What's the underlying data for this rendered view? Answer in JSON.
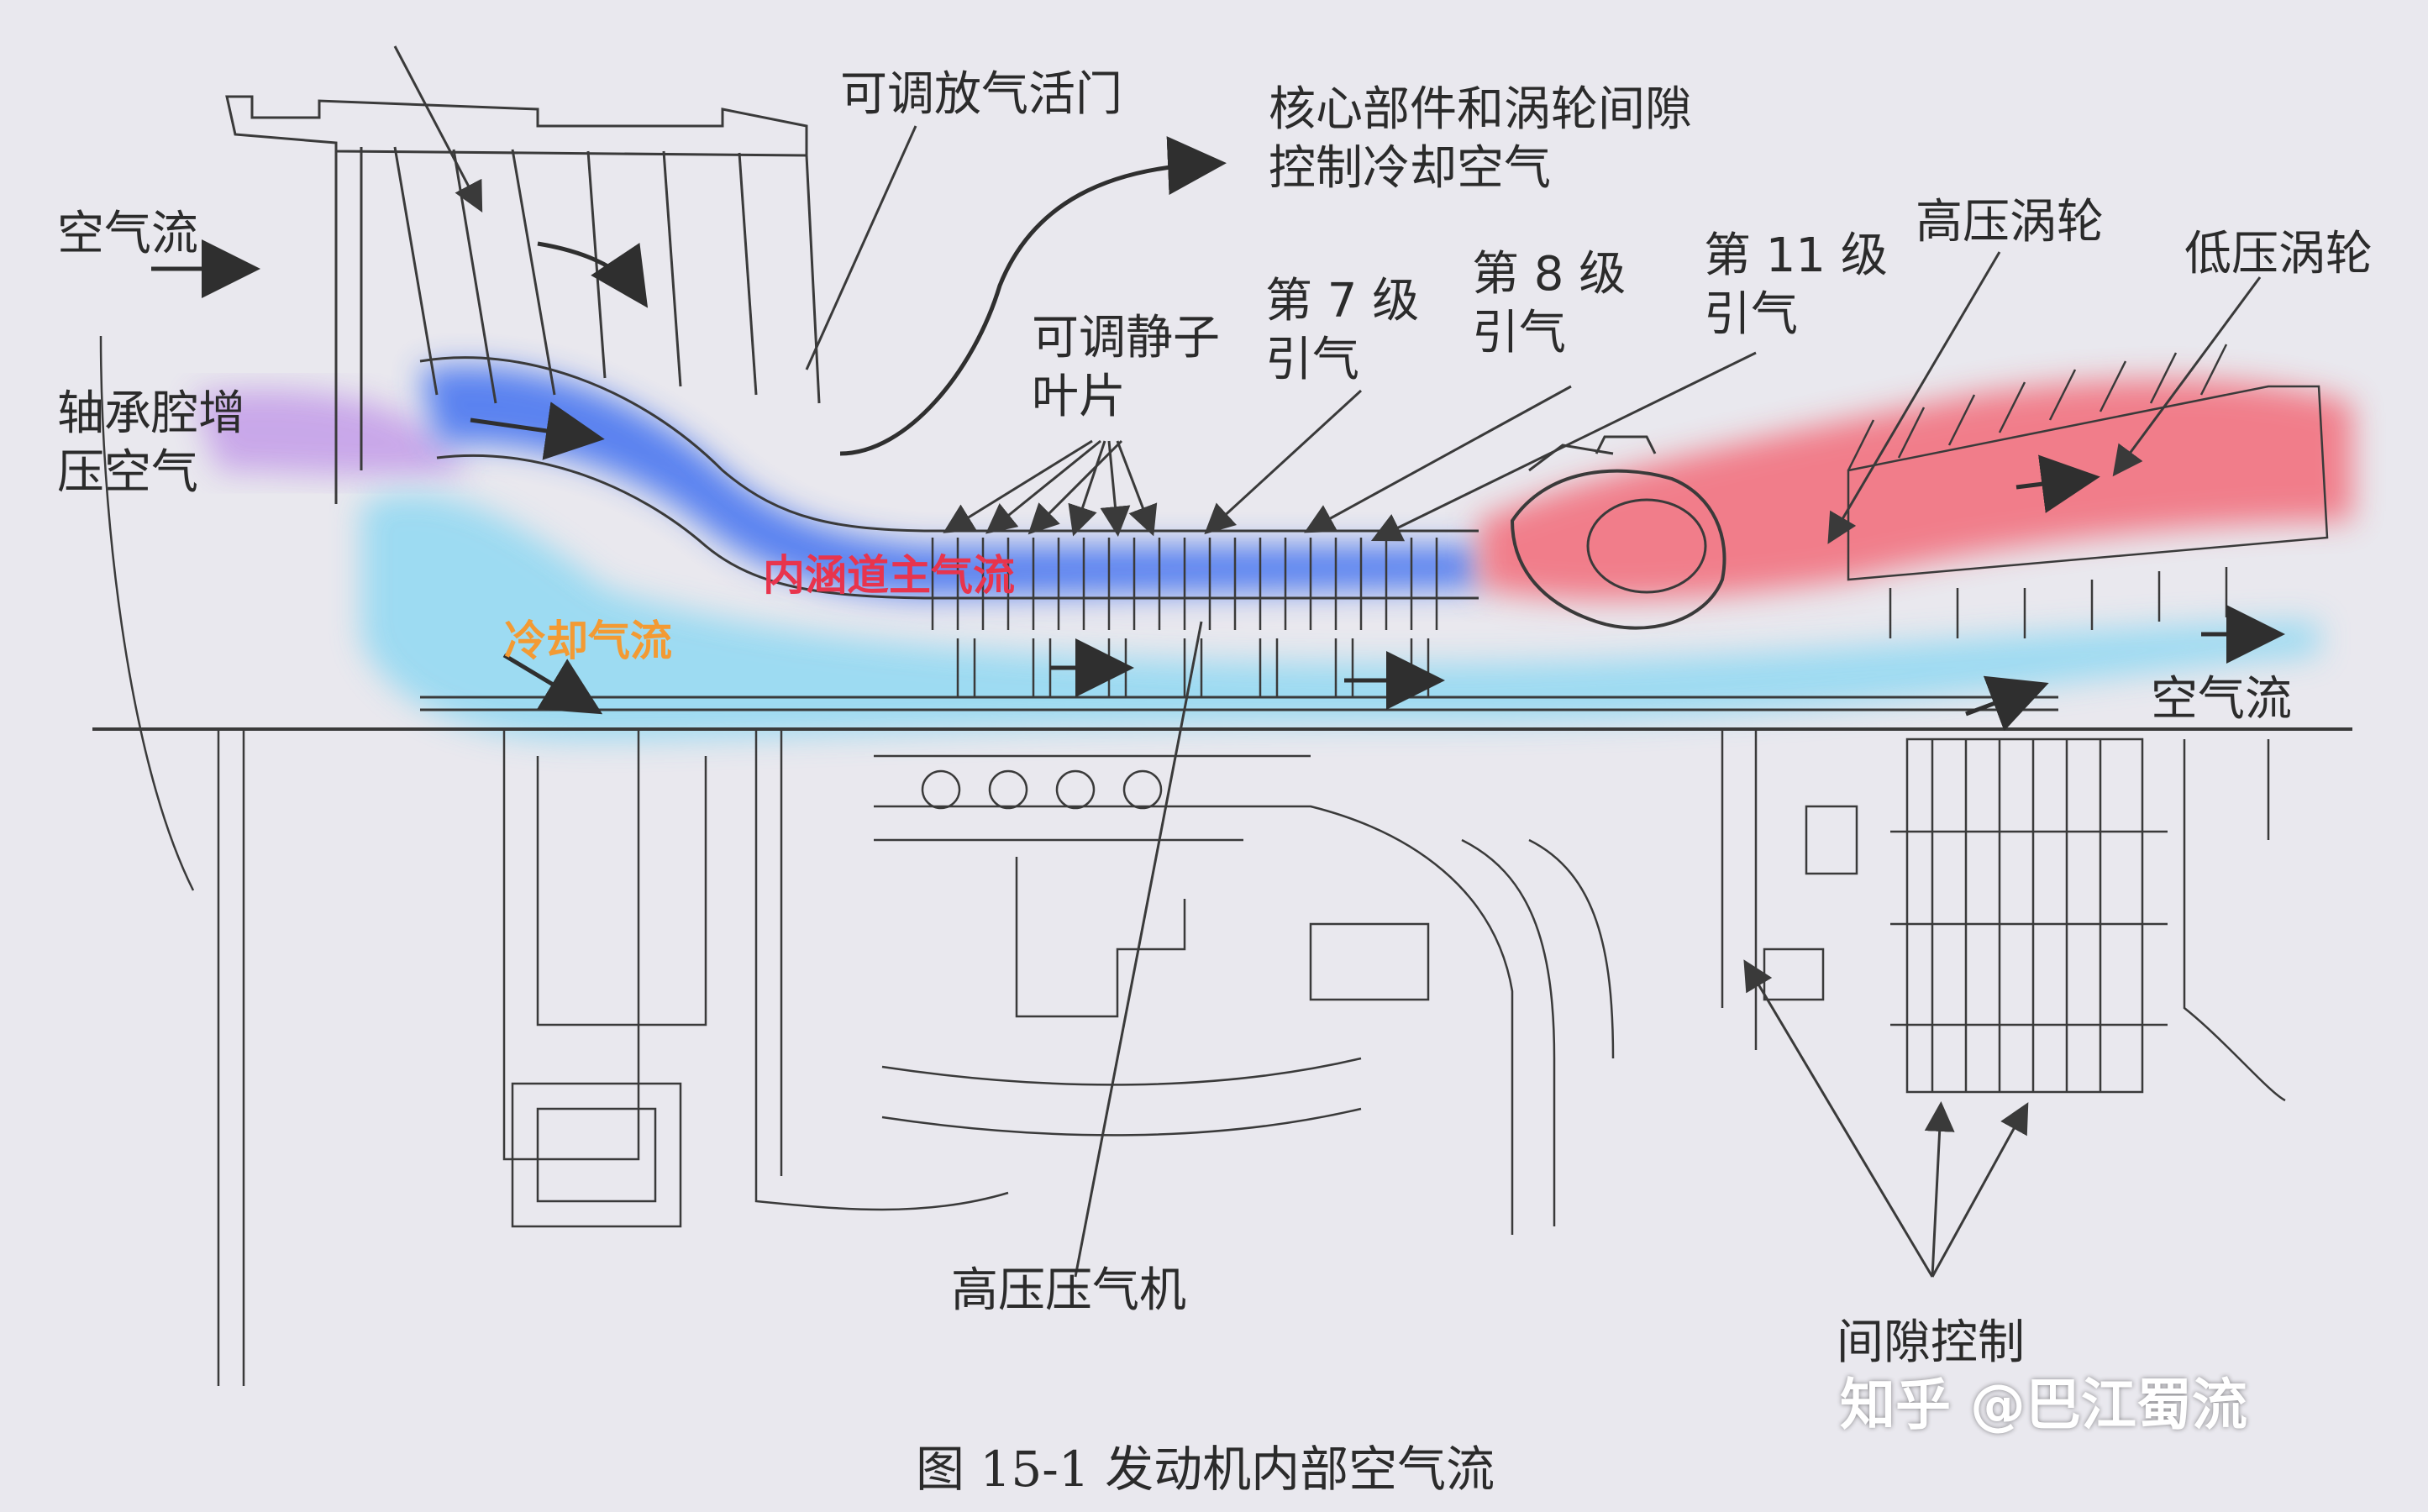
{
  "diagram": {
    "caption": "图 15-1 发动机内部空气流",
    "watermark": "知乎 @巴江蜀流",
    "labels": {
      "airflow_in": "空气流",
      "bleed_valve": "可调放气活门",
      "core_cooling_1": "核心部件和涡轮间隙",
      "core_cooling_2": "控制冷却空气",
      "hp_turbine": "高压涡轮",
      "lp_turbine": "低压涡轮",
      "stage11_1": "第 11 级",
      "stage11_2": "引气",
      "stage8_1": "第 8 级",
      "stage8_2": "引气",
      "stage7_1": "第 7 级",
      "stage7_2": "引气",
      "vsv_1": "可调静子",
      "vsv_2": "叶片",
      "bearing_1": "轴承腔增",
      "bearing_2": "压空气",
      "core_flow": "内涵道主气流",
      "cooling_flow": "冷却气流",
      "airflow_out": "空气流",
      "hp_compressor": "高压压气机",
      "clearance": "间隙控制"
    },
    "colors": {
      "background": "#e9e8ee",
      "line": "#3a3a3a",
      "core_flow_blue": "#3f6ff0",
      "cooling_cyan": "#8fd8f2",
      "turbine_red": "#f26a78",
      "bearing_purple": "#b37be6",
      "label_red": "#e8344d",
      "label_orange": "#f39a33"
    }
  }
}
